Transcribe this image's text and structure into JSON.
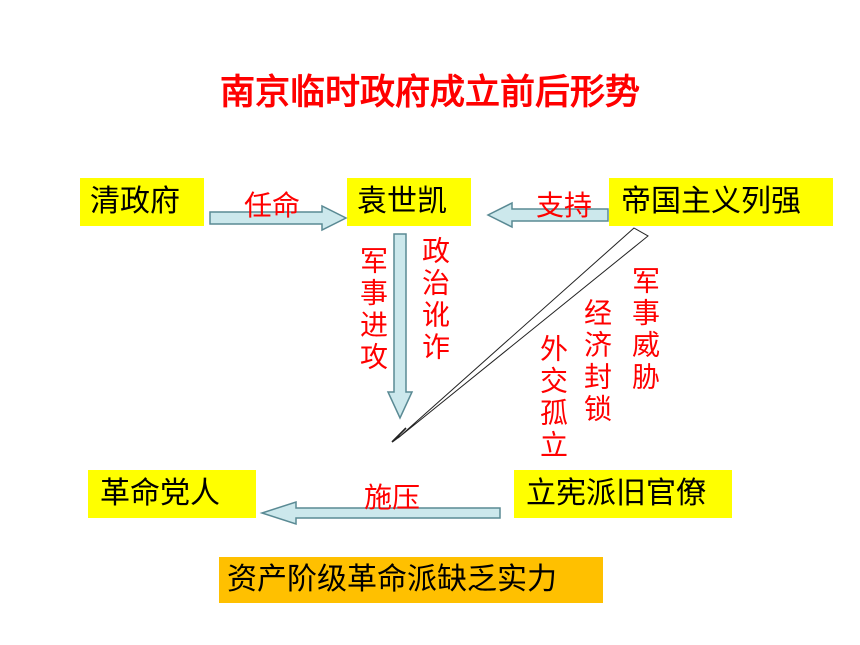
{
  "title": "南京临时政府成立前后形势",
  "nodes": {
    "qing": "清政府",
    "yuan": "袁世凯",
    "powers": "帝国主义列强",
    "revolutionaries": "革命党人",
    "constitutionalists": "立宪派旧官僚",
    "conclusion": "资产阶级革命派缺乏实力"
  },
  "labels": {
    "appoint": "任命",
    "support": "支持",
    "military_attack": "军事进攻",
    "political_deception": "政治讹诈",
    "diplomatic_isolation": "外交孤立",
    "economic_blockade": "经济封锁",
    "military_threat": "军事威胁",
    "pressure": "施压"
  },
  "colors": {
    "title": "#ff0000",
    "label": "#ff0000",
    "box": "#ffff00",
    "conclusion_box": "#ffc000",
    "arrow_fill": "#cce8ec",
    "arrow_stroke": "#5a8a94"
  }
}
